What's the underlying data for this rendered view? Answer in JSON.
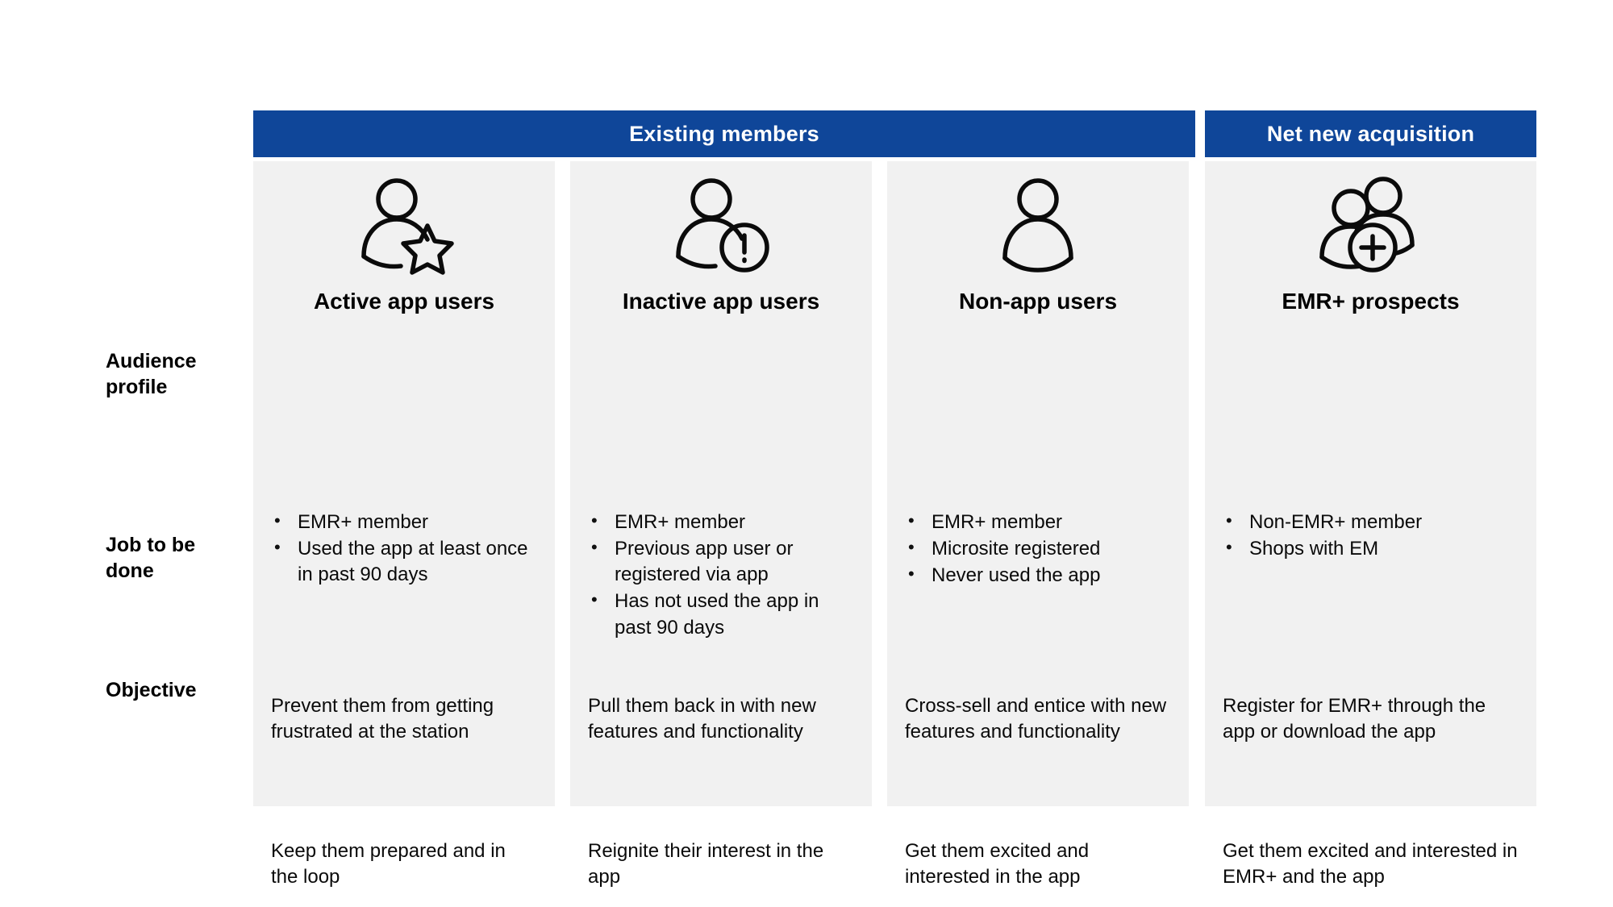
{
  "theme": {
    "band_color": "#0f4699",
    "panel_color": "#f1f1f1",
    "page_background": "#ffffff",
    "text_color": "#000000",
    "band_text_color": "#ffffff"
  },
  "groups": [
    {
      "id": "existing",
      "label": "Existing members"
    },
    {
      "id": "netnew",
      "label": "Net new acquisition"
    }
  ],
  "rows": [
    {
      "id": "audience",
      "label": "Audience\nprofile"
    },
    {
      "id": "job",
      "label": "Job to be\ndone"
    },
    {
      "id": "objective",
      "label": "Objective"
    }
  ],
  "row_labels": {
    "audience_line1": "Audience",
    "audience_line2": "profile",
    "job_line1": "Job to be",
    "job_line2": "done",
    "objective": "Objective"
  },
  "columns": [
    {
      "id": "active-app-users",
      "title": "Active app users",
      "icon": "person-star-icon",
      "audience_profile": [
        "EMR+ member",
        "Used the app at least once in past 90 days"
      ],
      "job_to_be_done": "Prevent them from getting frustrated at the station",
      "objective": "Keep them prepared and in the loop"
    },
    {
      "id": "inactive-app-users",
      "title": "Inactive app users",
      "icon": "person-alert-icon",
      "audience_profile": [
        "EMR+ member",
        "Previous app user or registered via app",
        "Has not used the app in past 90 days"
      ],
      "job_to_be_done": "Pull them back in with new features and functionality",
      "objective": "Reignite their interest in the app"
    },
    {
      "id": "non-app-users",
      "title": "Non-app users",
      "icon": "person-icon",
      "audience_profile": [
        "EMR+ member",
        "Microsite registered",
        "Never used the app"
      ],
      "job_to_be_done": "Cross-sell and entice with new features and functionality",
      "objective": "Get them excited and interested in the app"
    },
    {
      "id": "emr-plus-prospects",
      "title": "EMR+ prospects",
      "icon": "people-add-icon",
      "audience_profile": [
        "Non-EMR+ member",
        "Shops with EM"
      ],
      "job_to_be_done": "Register for EMR+ through the app or download the app",
      "objective": "Get them excited and interested in EMR+ and the app"
    }
  ]
}
